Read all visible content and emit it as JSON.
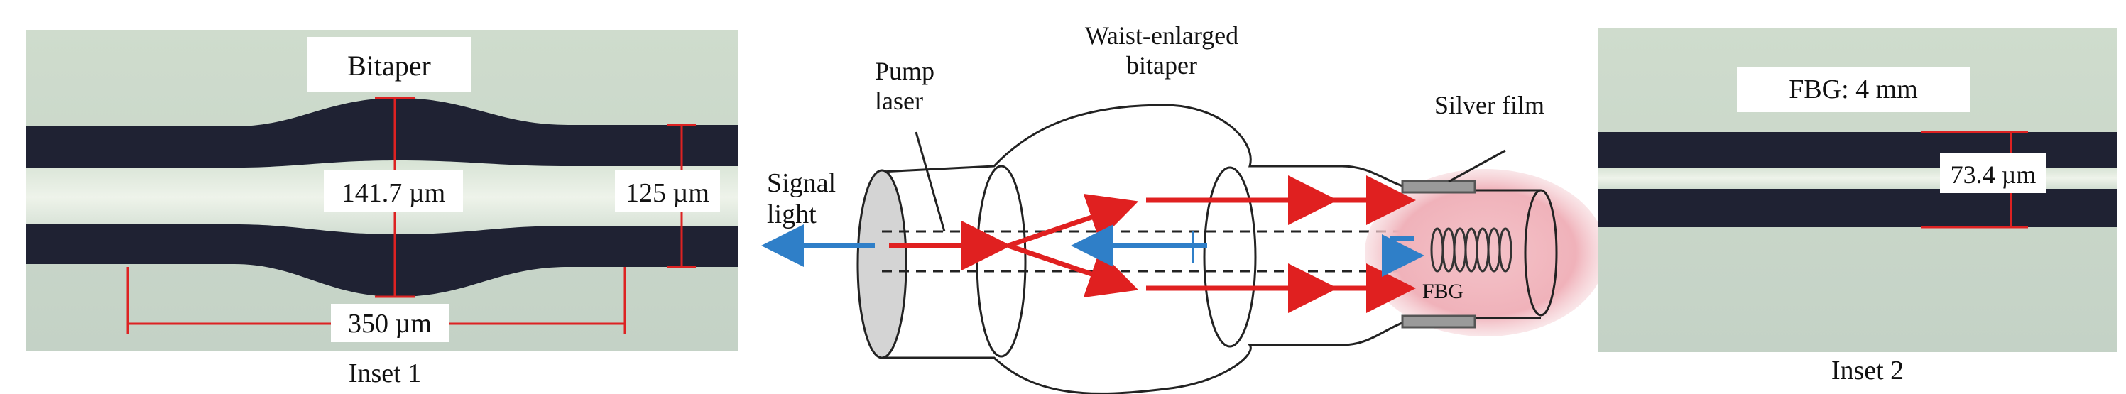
{
  "inset1": {
    "title": "Bitaper",
    "waist_diameter": "141.7 µm",
    "fiber_diameter": "125 µm",
    "taper_length": "350 µm",
    "caption": "Inset 1"
  },
  "diagram": {
    "pump_laser": [
      "Pump",
      "laser"
    ],
    "waist_enlarged": [
      "Waist-enlarged",
      "bitaper"
    ],
    "signal_light": [
      "Signal",
      "light"
    ],
    "silver_film": "Silver film",
    "fbg": "FBG"
  },
  "inset2": {
    "title": "FBG: 4 mm",
    "diameter": "73.4 µm",
    "caption": "Inset 2"
  },
  "colors": {
    "fiber_dark": "#1f2233",
    "background": "#c9d6c9",
    "red": "#e02020",
    "blue": "#2f7fc8",
    "pink_glow": "#f2b8bf"
  }
}
